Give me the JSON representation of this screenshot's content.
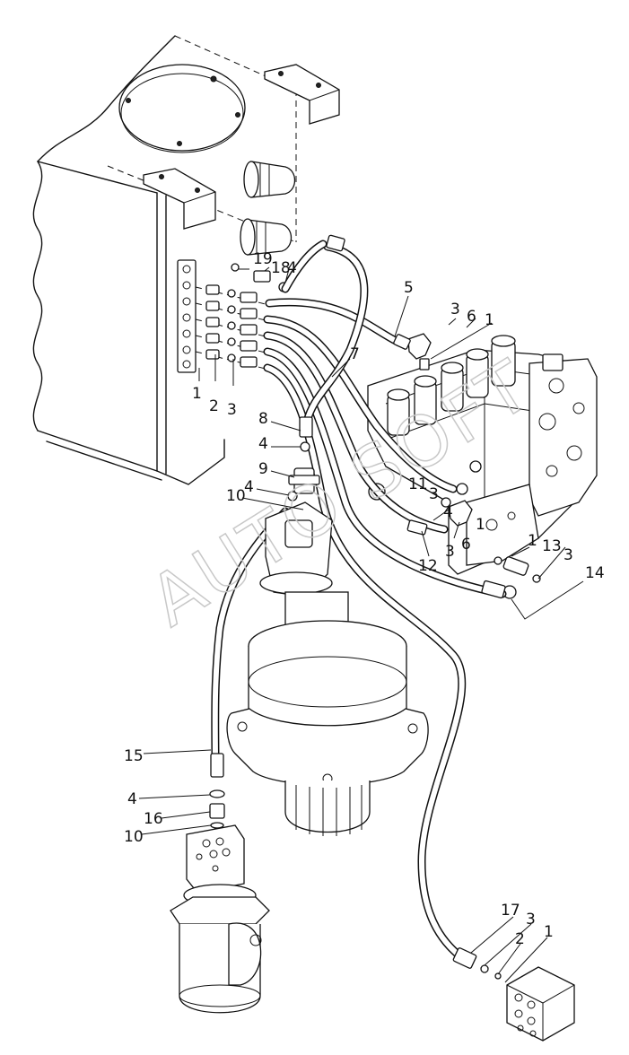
{
  "watermark": "AUTO SOFT",
  "callouts": {
    "c1_top": "1",
    "c2_top": "2",
    "c3_top": "3",
    "c19": "19",
    "c18": "18",
    "c4_top": "4",
    "c5": "5",
    "c3_r1": "3",
    "c6_r1": "6",
    "c1_r1": "1",
    "c7": "7",
    "c8": "8",
    "c4_mid": "4",
    "c9": "9",
    "c4_mid2": "4",
    "c10_mid": "10",
    "c11": "11",
    "c3_r2": "3",
    "c4_r2": "4",
    "c1_r2": "1",
    "c3_r3": "3",
    "c6_r3": "6",
    "c12": "12",
    "c1_r4": "1",
    "c13": "13",
    "c3_r4": "3",
    "c14": "14",
    "c15": "15",
    "c4_bot": "4",
    "c16": "16",
    "c10_bot": "10",
    "c17": "17",
    "c3_bot": "3",
    "c2_bot": "2",
    "c1_bot": "1"
  }
}
